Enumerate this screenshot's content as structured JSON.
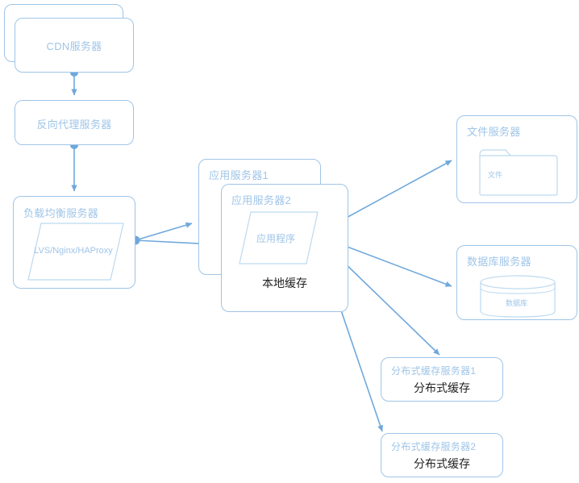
{
  "diagram": {
    "title": "Web Application Architecture Diagram",
    "colors": {
      "stroke": "#9fc5e8",
      "line": "#6fa8dc",
      "inner_stroke": "#bcd9ef",
      "black_text": "#222222",
      "background": "#ffffff"
    }
  },
  "nodes": {
    "cdn_back": {
      "label": ""
    },
    "cdn": {
      "label": "CDN服务器"
    },
    "reverse_proxy": {
      "label": "反向代理服务器"
    },
    "load_balancer": {
      "label": "负载均衡服务器",
      "inner_label": "LVS/Nginx/HAProxy"
    },
    "app_server_1": {
      "label": "应用服务器1"
    },
    "app_server_2": {
      "label": "应用服务器2",
      "inner_label": "应用程序",
      "cache_label": "本地缓存"
    },
    "file_server": {
      "label": "文件服务器",
      "inner_label": "文件"
    },
    "db_server": {
      "label": "数据库服务器",
      "inner_label": "数据库"
    },
    "cache_server_1": {
      "label": "分布式缓存服务器1",
      "inner_label": "分布式缓存"
    },
    "cache_server_2": {
      "label": "分布式缓存服务器2",
      "inner_label": "分布式缓存"
    }
  },
  "connections": [
    {
      "name": "cdn-to-reverse-proxy",
      "from": "cdn",
      "to": "reverse_proxy"
    },
    {
      "name": "reverse-proxy-to-load-balancer",
      "from": "reverse_proxy",
      "to": "load_balancer"
    },
    {
      "name": "load-balancer-to-app-server-1",
      "from": "load_balancer",
      "to": "app_server_1"
    },
    {
      "name": "load-balancer-to-app-server-2",
      "from": "load_balancer",
      "to": "app_server_2"
    },
    {
      "name": "app-to-file-server",
      "from": "app_server_2",
      "to": "file_server"
    },
    {
      "name": "app-to-db-server",
      "from": "app_server_2",
      "to": "db_server"
    },
    {
      "name": "app-to-cache-server-1",
      "from": "app_server_2",
      "to": "cache_server_1"
    },
    {
      "name": "app-to-cache-server-2",
      "from": "app_server_2",
      "to": "cache_server_2"
    }
  ]
}
